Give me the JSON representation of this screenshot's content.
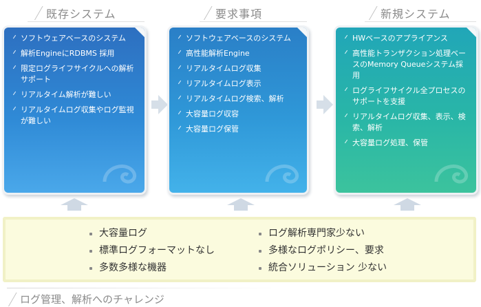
{
  "columns": [
    {
      "title": "既存システム",
      "items": [
        "ソフトウェアベースのシステム",
        "解析EngineにRDBMS 採用",
        "限定ログライフサイクルへの解析サポート",
        "リアルタイム解析が難しい",
        "リアルタイムログ収集やログ監視が難しい"
      ]
    },
    {
      "title": "要求事項",
      "items": [
        "ソフトウェアベースのシステム",
        "高性能解析Engine",
        "リアルタイムログ収集",
        "リアルタイムログ表示",
        "リアルタイムログ検索、解析",
        "大容量ログ収容",
        "大容量ログ保管"
      ]
    },
    {
      "title": "新規システム",
      "items": [
        "HWベースのアプライアンス",
        "高性能トランザクション処理ベースのMemory Queueシステム採用",
        "ログライフサイクル全プロセスのサポートを支援",
        "リアルタイムログ収集、表示、検索、解析",
        "大容量ログ処理、保管"
      ]
    }
  ],
  "challenges": {
    "left": [
      "大容量ログ",
      "標準ログフォーマットなし",
      "多数多様な機器"
    ],
    "right": [
      "ログ解析専門家少ない",
      "多様なログポリシー、要求",
      "統合ソリューション 少ない"
    ]
  },
  "bottom_title": "ログ管理、解析へのチャレンジ",
  "colors": {
    "panel1": "#2f8ad6",
    "panel2": "#2f98d8",
    "panel3": "#29b6a7",
    "challenge_bg": "#fbfbde"
  }
}
